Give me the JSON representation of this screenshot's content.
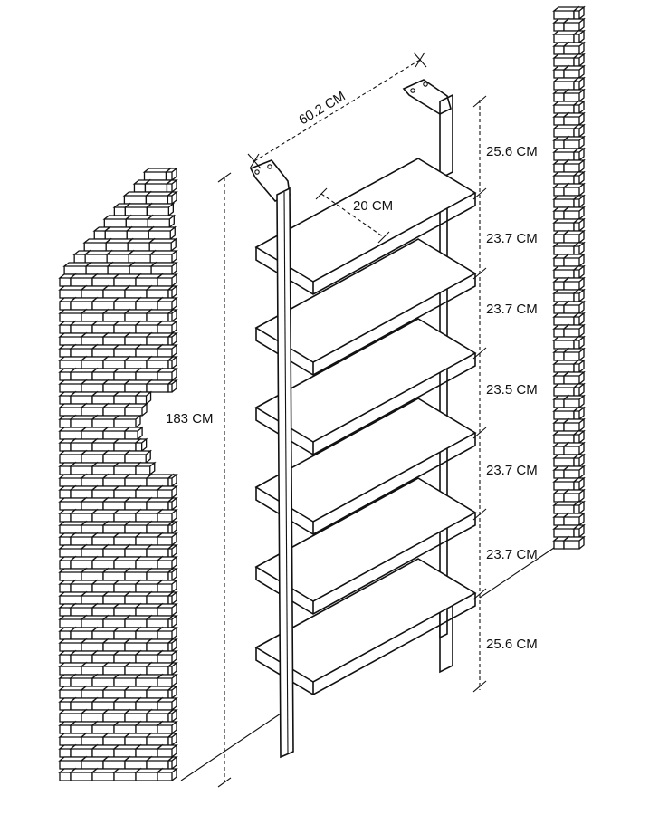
{
  "diagram": {
    "width_label": "60.2 CM",
    "depth_label": "20 CM",
    "height_label": "183 CM",
    "gaps": [
      {
        "label": "25.6 CM"
      },
      {
        "label": "23.7 CM"
      },
      {
        "label": "23.7 CM"
      },
      {
        "label": "23.5 CM"
      },
      {
        "label": "23.7 CM"
      },
      {
        "label": "23.7 CM"
      },
      {
        "label": "25.6 CM"
      }
    ],
    "shelf_count": 6
  }
}
